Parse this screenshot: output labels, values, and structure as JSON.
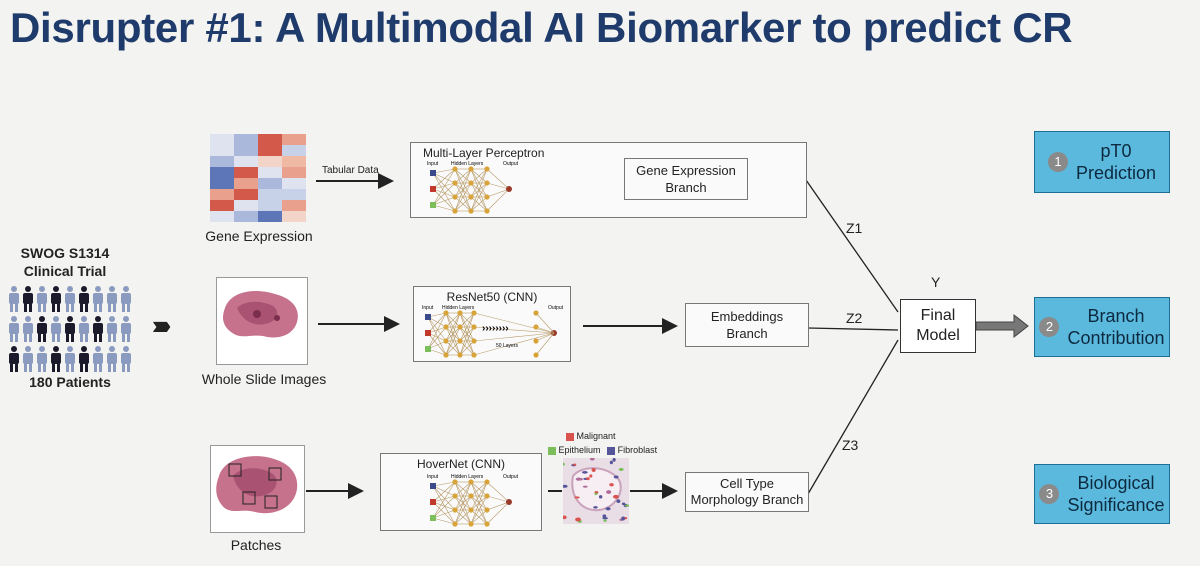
{
  "title": "Disrupter #1: A Multimodal AI Biomarker to predict CR",
  "trial": {
    "line1": "SWOG S1314",
    "line2": "Clinical Trial",
    "patients": "180 Patients",
    "arrow": "›››››"
  },
  "inputs": {
    "gene_expression": "Gene Expression",
    "whole_slide": "Whole Slide Images",
    "patches": "Patches"
  },
  "arrow_labels": {
    "tabular": "Tabular Data"
  },
  "models": {
    "mlp": {
      "title": "Multi-Layer Perceptron",
      "branch": "Gene Expression Branch",
      "input": "Input",
      "hidden": "Hidden Layers",
      "output": "Output"
    },
    "resnet": {
      "title": "ResNet50 (CNN)",
      "input": "Input",
      "hidden": "Hidden Layers",
      "layers": "50 Layers",
      "output": "Output"
    },
    "hovernet": {
      "title": "HoverNet (CNN)",
      "input": "Input",
      "hidden": "Hidden Layers",
      "output": "Output"
    }
  },
  "branches": {
    "embeddings": "Embeddings Branch",
    "cell_type": "Cell Type Morphology Branch"
  },
  "legend": {
    "malignant": "Malignant",
    "epithelium": "Epithelium",
    "fibroblast": "Fibroblast",
    "colors": {
      "malignant": "#d9534f",
      "epithelium": "#7cbf5a",
      "fibroblast": "#55559a"
    }
  },
  "links": {
    "z1": "Z1",
    "z2": "Z2",
    "z3": "Z3",
    "y": "Y"
  },
  "final_model": {
    "line1": "Final",
    "line2": "Model"
  },
  "outcomes": [
    {
      "num": "1",
      "line1": "pT0",
      "line2": "Prediction"
    },
    {
      "num": "2",
      "line1": "Branch",
      "line2": "Contribution"
    },
    {
      "num": "3",
      "line1": "Biological",
      "line2": "Significance"
    }
  ],
  "colors": {
    "title": "#1f3b6b",
    "outcome_fill": "#5bb9dd",
    "person_light": "#8a9bbf",
    "person_dark": "#1a1a2a"
  }
}
